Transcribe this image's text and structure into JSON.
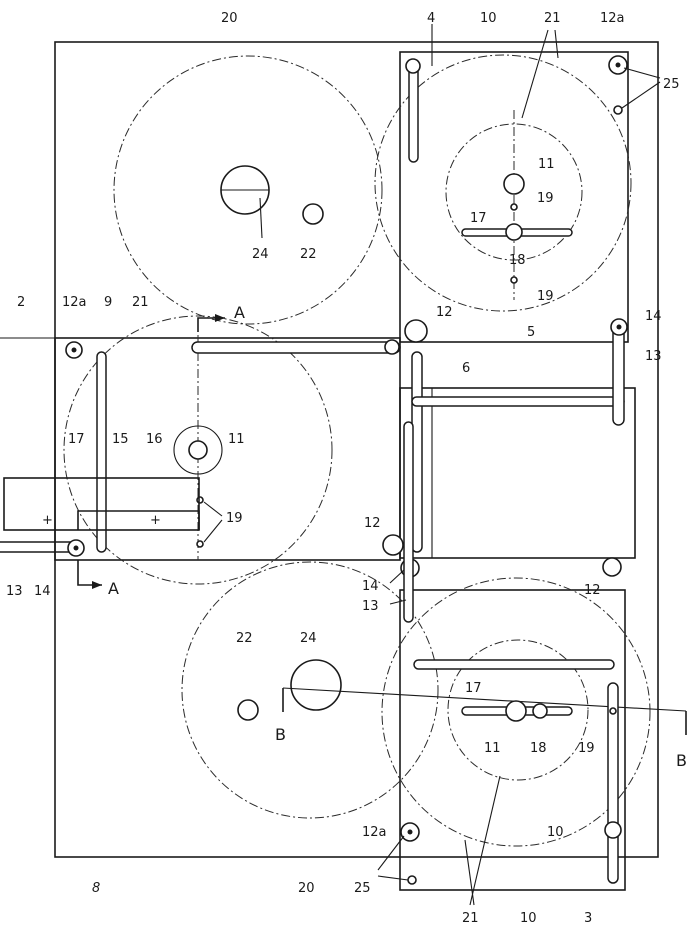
{
  "labels": {
    "n20_top": "20",
    "n4": "4",
    "n10_top": "10",
    "n21_top": "21",
    "n12a_top": "12a",
    "n25_top": "25",
    "n11_tr": "11",
    "n19_tr1": "19",
    "n17_tr": "17",
    "n18_tr": "18",
    "n19_tr2": "19",
    "n24_top": "24",
    "n22_top": "22",
    "n2": "2",
    "n12a_left": "12a",
    "n9": "9",
    "n21_left": "21",
    "sectA_top": "A",
    "n12_mid": "12",
    "n14_right": "14",
    "n5": "5",
    "n13_right": "13",
    "n6": "6",
    "n17_left": "17",
    "n15": "15",
    "n16": "16",
    "n11_left": "11",
    "n19_left": "19",
    "n12_low": "12",
    "n13_left": "13",
    "n14_left": "14",
    "sectA_bot": "A",
    "n14_center": "14",
    "n13_center": "13",
    "n12_right": "12",
    "n22_bot": "22",
    "n24_bot": "24",
    "n17_br": "17",
    "sectB_left": "B",
    "n11_br": "11",
    "n18_br": "18",
    "n19_br": "19",
    "sectB_right": "B",
    "n12a_bot": "12a",
    "n10_bot": "10",
    "n25_bot": "25",
    "n8": "8",
    "n20_bot": "20",
    "n21_bot": "21",
    "n10_bottom": "10",
    "n3": "3",
    "plus1": "+",
    "plus2": "+"
  }
}
